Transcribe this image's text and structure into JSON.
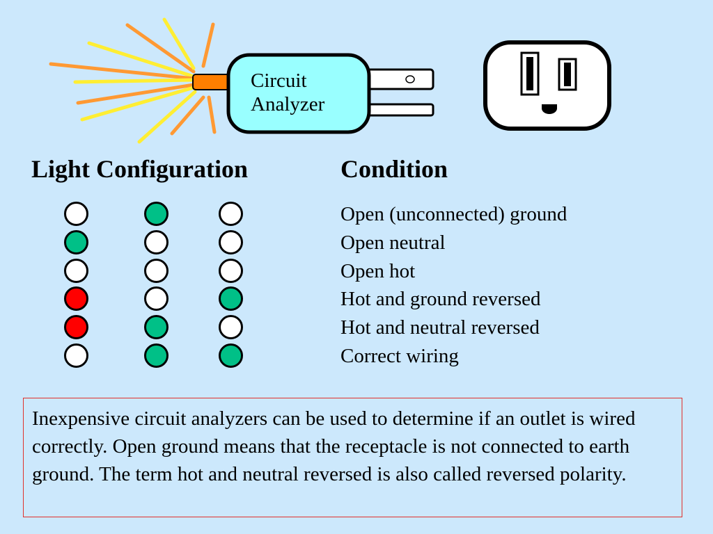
{
  "device_label": [
    "Circuit",
    "Analyzer"
  ],
  "headings": {
    "lights": "Light Configuration",
    "condition": "Condition"
  },
  "colors": {
    "background": "#cce8fc",
    "lamp_off": "#ffffff",
    "lamp_green": "#00c087",
    "lamp_red": "#ff0000",
    "analyzer_body": "#99ffff",
    "indicator_orange": "#ff7f00",
    "note_border": "#e0302a"
  },
  "rows": [
    {
      "lights": [
        "off",
        "green",
        "off"
      ],
      "condition": "Open (unconnected) ground"
    },
    {
      "lights": [
        "green",
        "off",
        "off"
      ],
      "condition": "Open neutral"
    },
    {
      "lights": [
        "off",
        "off",
        "off"
      ],
      "condition": "Open hot"
    },
    {
      "lights": [
        "red",
        "off",
        "green"
      ],
      "condition": "Hot and ground reversed"
    },
    {
      "lights": [
        "red",
        "green",
        "off"
      ],
      "condition": "Hot and neutral reversed"
    },
    {
      "lights": [
        "off",
        "green",
        "green"
      ],
      "condition": "Correct wiring"
    }
  ],
  "note": "Inexpensive circuit analyzers can be used to determine if an outlet is wired correctly.  Open ground means that the receptacle is not connected to earth ground.  The term hot and neutral reversed is also called reversed polarity."
}
